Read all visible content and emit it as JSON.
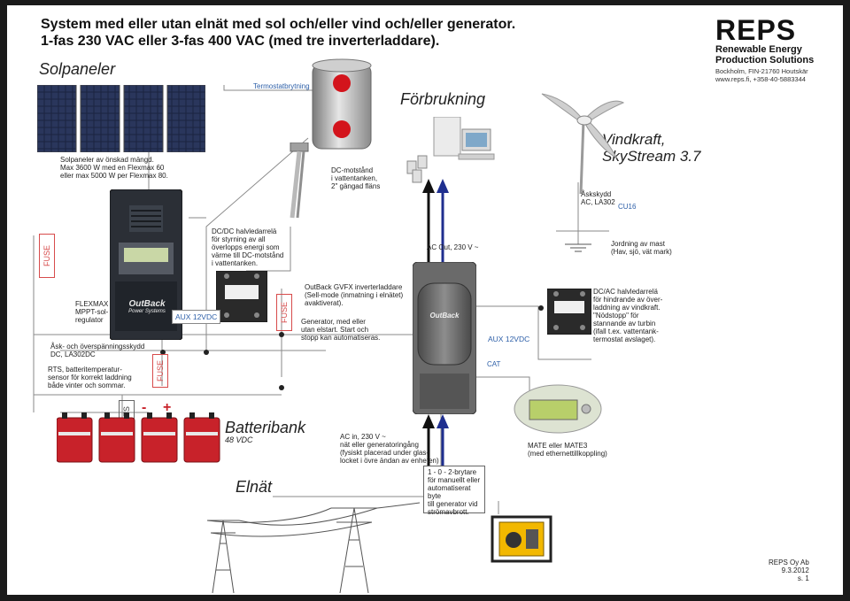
{
  "title": {
    "line1": "System med eller utan elnät med sol och/eller vind och/eller generator.",
    "line2": "1-fas 230 VAC eller 3-fas 400 VAC (med tre inverterladdare)."
  },
  "logo": {
    "name": "REPS",
    "sub1": "Renewable Energy",
    "sub2": "Production Solutions",
    "addr1": "Bockholm, FIN-21760 Houtskär",
    "addr2": "www.reps.fi, +358-40-5883344"
  },
  "sections": {
    "solpaneler": "Solpaneler",
    "forbrukning": "Förbrukning",
    "vind": "Vindkraft,\nSkyStream 3.7",
    "batteribank": "Batteribank",
    "batteri_volt": "48 VDC",
    "elnat": "Elnät"
  },
  "labels": {
    "termostat": "Termostatbrytning",
    "solpanel_desc": "Solpaneler av önskad mängd.\nMax 3600 W med en Flexmax 60\neller max 5000 W per Flexmax 80.",
    "dc_motstand": "DC-motstånd\ni vattentanken,\n2\" gängad fläns",
    "dcdc_rela": "DC/DC halvledarrelä\nför styrning av all\növerlopps energi som\nvärme till DC-motstånd\ni vattentanken.",
    "flexmax": "FLEXMAX\nMPPT-sol-\nregulator",
    "ask_skydd_dc": "Åsk- och överspänningsskydd\nDC, LA302DC",
    "rts_desc": "RTS, batteritemperatur-\nsensor för korrekt laddning\nbåde vinter och sommar.",
    "ac_out": "AC Out, 230 V ~",
    "askskydd_ac": "Åskskydd\nAC, LA302",
    "cu16": "CU16",
    "jordning": "Jordning av mast\n(Hav, sjö, vät mark)",
    "outback_gvfx": "OutBack GVFX inverterladdare\n(Sell-mode (inmatning i elnätet)\navaktiverat).",
    "generator_note": "Generator, med eller\nutan elstart. Start och\nstopp kan automatiseras.",
    "dcac_rela": "DC/AC halvledarrelä\nför hindrande av över-\nladdning av vindkraft.\n\"Nödstopp\" för\nstannande av turbin\n(ifall t.ex. vattentank-\ntermostat avslaget).",
    "aux1": "AUX 12VDC",
    "aux2": "AUX 12VDC",
    "cat": "CAT",
    "ac_in": "AC in, 230 V ~\nnät eller generatoringång\n(fysiskt placerad under glas-\nlocket i övre ändan av enheten)",
    "brytare": "1 - 0 - 2-brytare\nför manuellt eller\nautomatiserat byte\ntill generator vid\nströmavbrott.",
    "mate": "MATE eller MATE3\n(med ethernettillkoppling)",
    "fuse": "FUSE",
    "rts": "RTS",
    "minus": "-",
    "plus": "+",
    "footer": "REPS Oy Ab\n9.3.2012\ns. 1"
  },
  "brand": {
    "outback": "OutBack",
    "outback_sub": "Power Systems"
  },
  "colors": {
    "fuse": "#d74b4b",
    "blue_text": "#2d5fa8",
    "arrow_blue": "#1f2f8f",
    "arrow_black": "#111111",
    "battery_red": "#c8222a",
    "wire": "#8a8a8a"
  }
}
